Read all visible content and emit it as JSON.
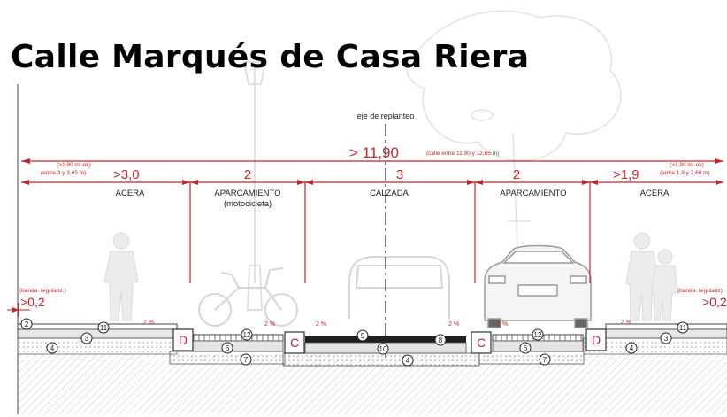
{
  "title": "Calle Marqués de Casa Riera",
  "axis_label": "eje de replanteo",
  "total": {
    "value": "> 11,90",
    "note": "(calle entre 11,90 y 12,65 m)"
  },
  "segments": [
    {
      "value": ">3,0",
      "label": "ACERA",
      "note1": "(>1,80 m.-ok)",
      "note2": "(entre 3 y 3,05 m)"
    },
    {
      "value": "2",
      "label": "APARCAMIENTO",
      "sublabel": "(motocicleta)"
    },
    {
      "value": "3",
      "label": "CALZADA"
    },
    {
      "value": "2",
      "label": "APARCAMIENTO"
    },
    {
      "value": ">1,9",
      "label": "ACERA",
      "note1": "(>1,80 m.-ok)",
      "note2": "(entre 1,9 y 2,60 m)"
    }
  ],
  "edges": {
    "left": {
      "note": "(banda. regulariz.)",
      "value": ">0,2"
    },
    "right": {
      "note": "(banda. regulariz)",
      "value": ">0,2"
    }
  },
  "slopes": [
    "2 %",
    "2 %",
    "2 %",
    "2 %",
    "2 %",
    "2 %"
  ],
  "curbs": [
    "D",
    "C",
    "C",
    "D"
  ],
  "layers": [
    "2",
    "11",
    "3",
    "4",
    "12",
    "6",
    "7",
    "9",
    "10",
    "4",
    "8",
    "12",
    "6",
    "7",
    "4",
    "3",
    "11"
  ],
  "colors": {
    "dimension": "#c0272d",
    "curb_label": "#c0272d",
    "ground_hatch": "#bfbfbf"
  }
}
